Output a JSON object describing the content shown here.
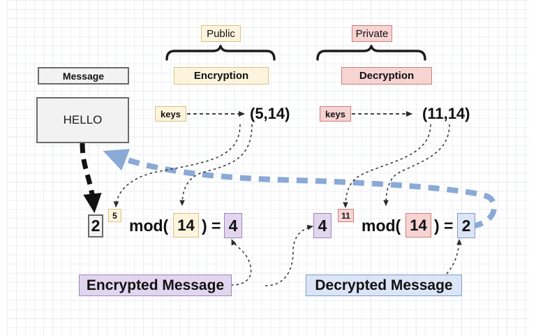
{
  "diagram": {
    "title": "RSA public/private key encryption walkthrough",
    "colors": {
      "cream_fill": "#fcf4dd",
      "cream_border": "#d9c27f",
      "pink_fill": "#f6d4d2",
      "pink_border": "#cc7f7b",
      "purple_fill": "#e2d6ef",
      "purple_border": "#9c85b8",
      "blue_fill": "#dbe5f6",
      "blue_border": "#7d9cc9",
      "plain_fill": "#f2f2f2",
      "plain_border": "#6a6a6a",
      "blue_flow": "#8aa9d6",
      "grid_minor": "#eceef0",
      "grid_major": "#e2e5e8"
    },
    "message": {
      "header_label": "Message",
      "body_label": "HELLO"
    },
    "public_group": {
      "bracket_label": "Public",
      "section_label": "Encryption",
      "keys_tag": "keys",
      "key_pair": "(5,14)"
    },
    "private_group": {
      "bracket_label": "Private",
      "section_label": "Decryption",
      "keys_tag": "keys",
      "key_pair": "(11,14)"
    },
    "encrypt_equation": {
      "base": "2",
      "exponent": "5",
      "mod_open": "mod(",
      "modulus": "14",
      "mod_close": ")",
      "equals": "=",
      "result": "4"
    },
    "decrypt_equation": {
      "base": "4",
      "exponent": "11",
      "mod_open": "mod(",
      "modulus": "14",
      "mod_close": ")",
      "equals": "=",
      "result": "2"
    },
    "banners": {
      "encrypted": "Encrypted Message",
      "decrypted": "Decrypted Message"
    }
  }
}
